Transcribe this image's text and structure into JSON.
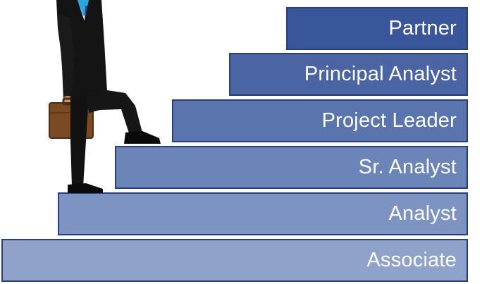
{
  "steps": [
    {
      "label": "Associate",
      "color": "#8fa3ca"
    },
    {
      "label": "Analyst",
      "color": "#7d93c1"
    },
    {
      "label": "Sr. Analyst",
      "color": "#6c85b8"
    },
    {
      "label": "Project Leader",
      "color": "#5a74ad"
    },
    {
      "label": "Principal Analyst",
      "color": "#4a64a4"
    },
    {
      "label": "Partner",
      "color": "#3a569a"
    }
  ],
  "figure_icon": "businessman-climbing-stairs-icon"
}
